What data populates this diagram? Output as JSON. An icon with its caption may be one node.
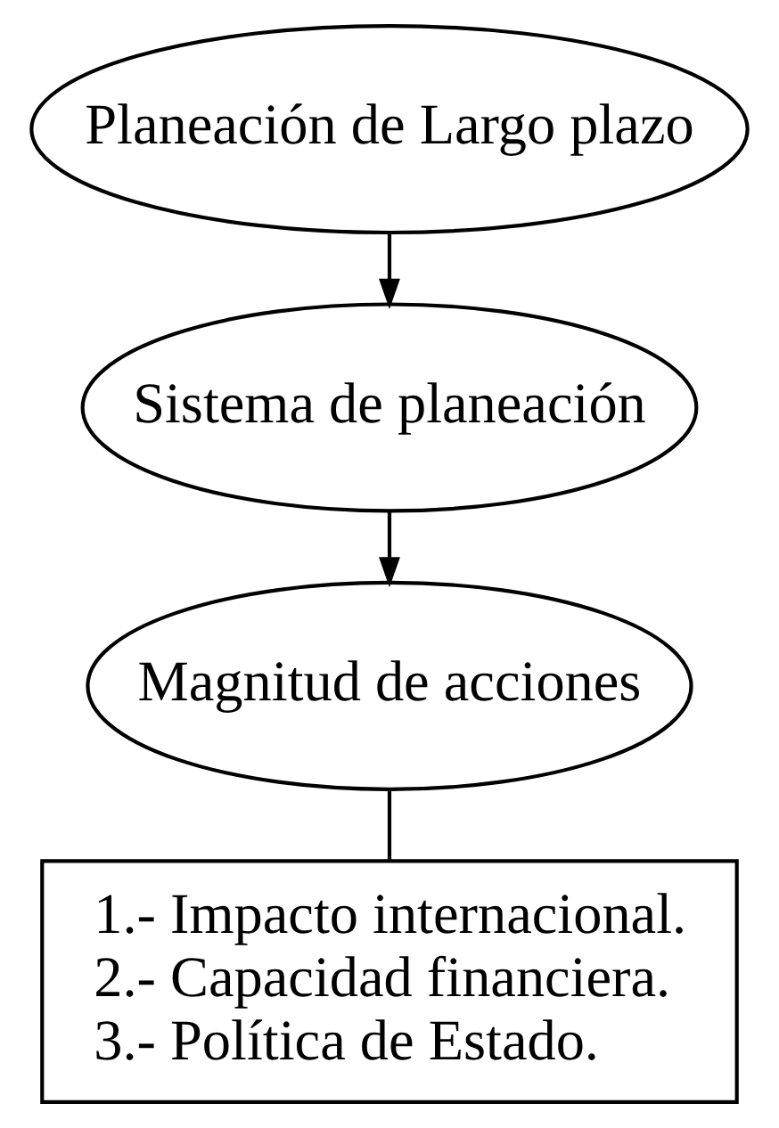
{
  "diagram": {
    "nodes": [
      {
        "text": [
          "Planeación de Largo plazo"
        ]
      },
      {
        "text": [
          "Sistema de planeación"
        ]
      },
      {
        "text": [
          "Magnitud de acciones"
        ]
      },
      {
        "text": [
          "1.- Impacto internacional.",
          "2.- Capacidad financiera.",
          "3.- Política de Estado."
        ]
      }
    ],
    "edges": [
      {
        "from": 0,
        "to": 1,
        "arrow": "to"
      },
      {
        "from": 1,
        "to": 2,
        "arrow": "to"
      },
      {
        "from": 2,
        "to": 3,
        "arrow": "none"
      }
    ]
  }
}
